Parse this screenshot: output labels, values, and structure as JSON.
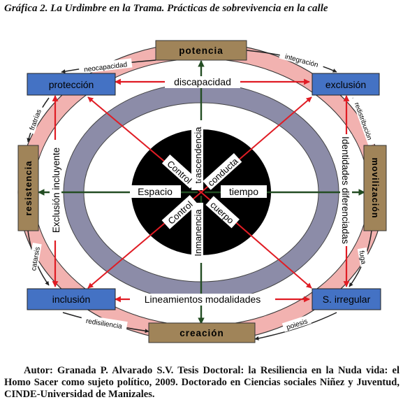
{
  "title": "Gráfica 2. La Urdimbre en la Trama. Prácticas de sobrevivencia en la calle",
  "boxes": {
    "potencia": "potencia",
    "creacion": "creación",
    "proteccion": "protección",
    "exclusion": "exclusión",
    "inclusion": "inclusión",
    "s_irregular": "S. irregular",
    "resistencia": "resistencia",
    "movilizacion": "movilización"
  },
  "arc_labels": {
    "neocapacidad": "neocapacidad",
    "integracion": "integración",
    "fratrias": "fratrías",
    "redistribucion": "redistribución",
    "catarsis": "catarsis",
    "fuga": "fuga",
    "redisiliencia": "redisiliencia",
    "poiesis": "poiesis"
  },
  "axis_labels": {
    "top": "discapacidad",
    "bottom": "Lineamientos modalidades",
    "left": "Exclusión incluyente",
    "right": "Identidades diferenciadas"
  },
  "center_labels": {
    "espacio": "Espacio",
    "tiempo": "tiempo",
    "trascendencia": "trascendencia",
    "inmanencia": "Inmanencia",
    "control_top": "Control",
    "conducta": "conducta",
    "control_bottom": "Control",
    "cuerpo": "cuerpo"
  },
  "colors": {
    "blue_box": "#4472c4",
    "brown_box": "#a08459",
    "pink_ring": "#f2b2b0",
    "gray_ring": "#8c8ca8",
    "red_arrow": "#e01c24",
    "green_arrow": "#234d23"
  },
  "caption": "Autor: Granada P. Alvarado S.V. Tesis Doctoral: la Resiliencia en la Nuda vida: el Homo Sacer como sujeto político, 2009. Doctorado en Ciencias sociales Niñez y Juventud, CINDE-Universidad de Manizales."
}
